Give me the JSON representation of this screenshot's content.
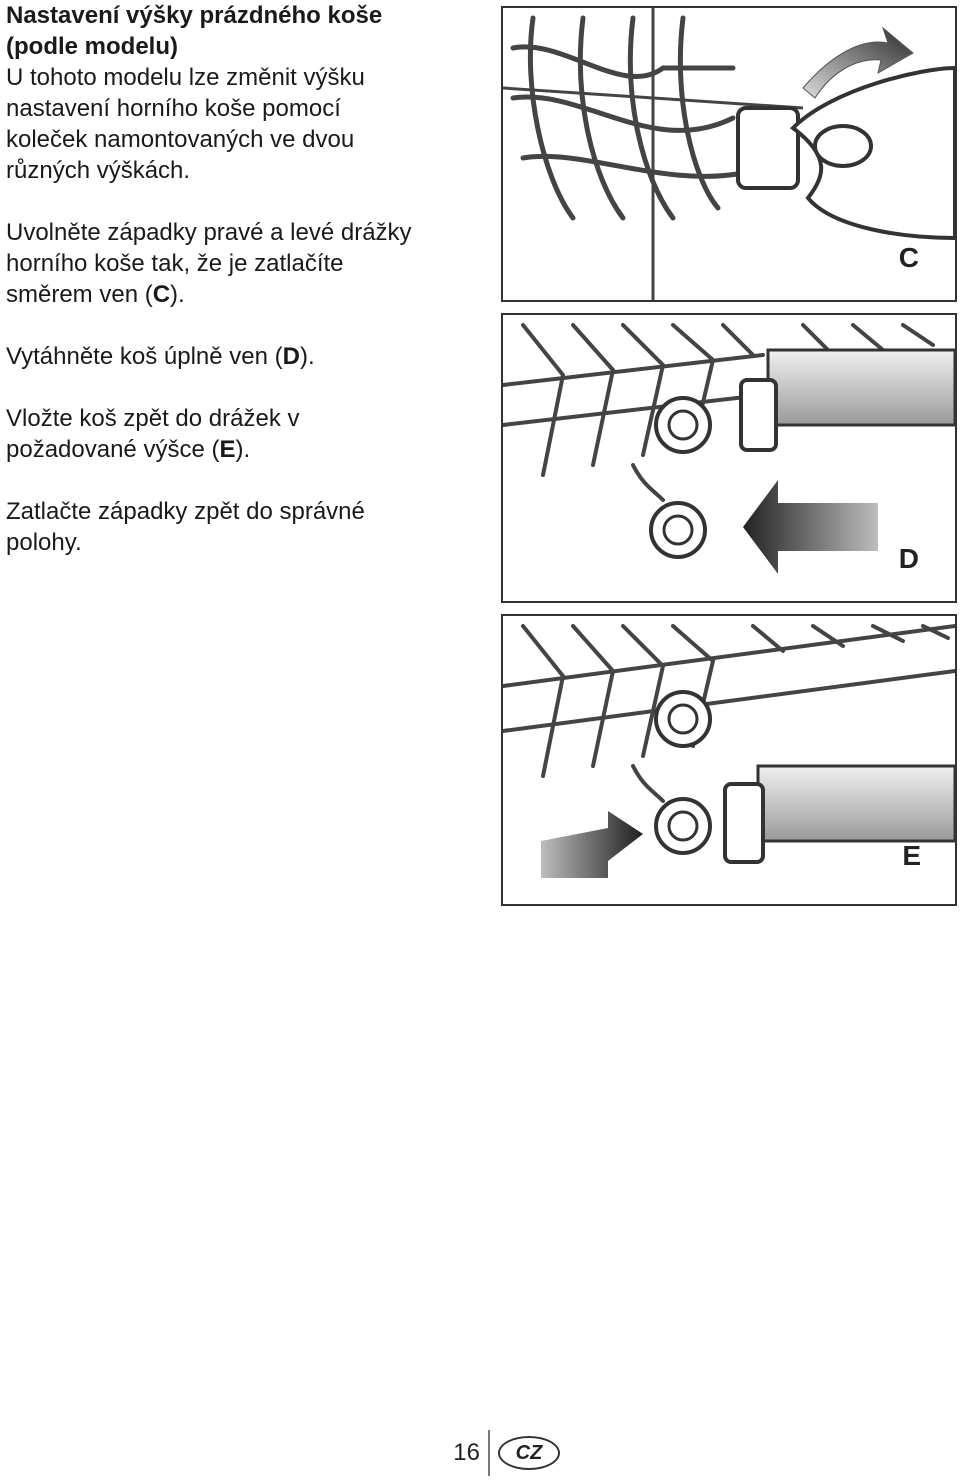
{
  "heading": {
    "line1": "Nastavení výšky prázdného koše",
    "line2": "(podle modelu)"
  },
  "intro": {
    "line1": "U tohoto modelu lze změnit výšku",
    "line2": "nastavení horního koše pomocí",
    "line3": "koleček namontovaných ve dvou",
    "line4": "různých výškách."
  },
  "step_c": {
    "line1": "Uvolněte západky pravé a levé drážky",
    "line2": "horního koše tak, že je zatlačíte",
    "line3_prefix": "směrem ven (",
    "letter": "C",
    "line3_suffix": ")."
  },
  "step_d": {
    "prefix": "Vytáhněte koš úplně ven (",
    "letter": "D",
    "suffix": ")."
  },
  "step_e": {
    "line1": "Vložte koš zpět do drážek v",
    "line2_prefix": "požadované výšce (",
    "letter": "E",
    "line2_suffix": ")."
  },
  "step_final": {
    "line1": "Zatlačte západky zpět do správné",
    "line2": "polohy."
  },
  "figures": {
    "c_label": "C",
    "d_label": "D",
    "e_label": "E"
  },
  "footer": {
    "page_number": "16",
    "language": "CZ"
  }
}
